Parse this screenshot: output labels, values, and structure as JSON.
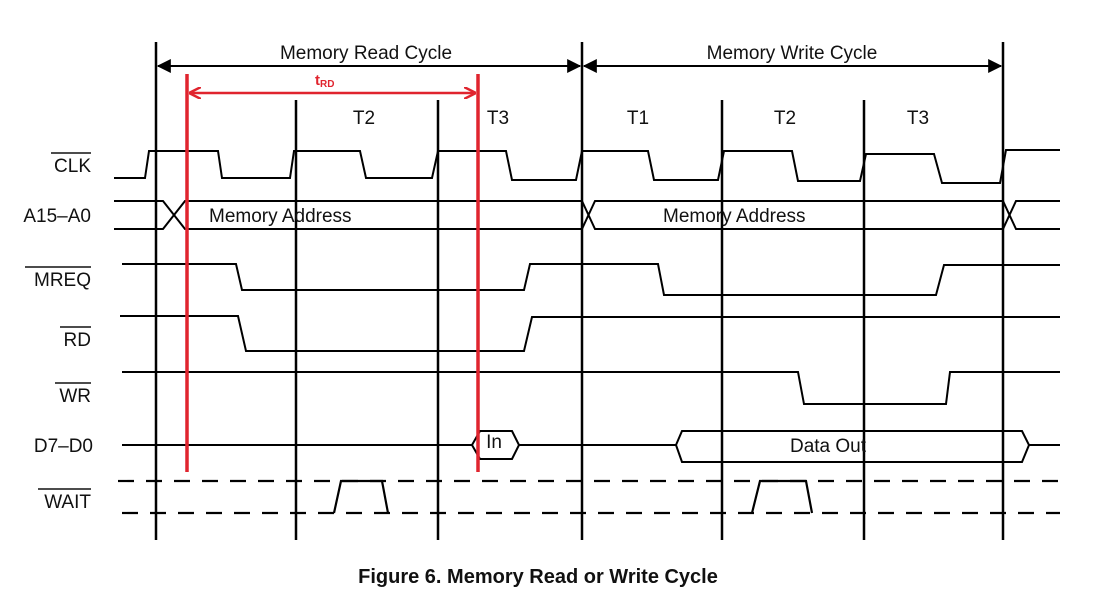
{
  "cycles": {
    "read": "Memory Read Cycle",
    "write": "Memory Write Cycle"
  },
  "timing": {
    "t": "t",
    "sub": "RD"
  },
  "states": [
    "T2",
    "T3",
    "T1",
    "T2",
    "T3"
  ],
  "signals": {
    "clk": "CLK",
    "addr": "A15–A0",
    "mreq": "MREQ",
    "rd": "RD",
    "wr": "WR",
    "data": "D7–D0",
    "wait": "WAIT"
  },
  "bus_text": {
    "addr_read": "Memory Address",
    "addr_write": "Memory Address",
    "data_in": "In",
    "data_out": "Data Out"
  },
  "caption": "Figure 6. Memory Read or Write Cycle",
  "colors": {
    "line": "#000000",
    "highlight": "#e0242e"
  }
}
